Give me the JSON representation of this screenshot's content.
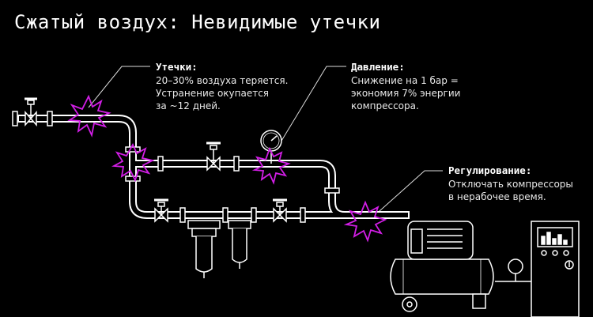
{
  "title": "Сжатый воздух: Невидимые утечки",
  "callouts": {
    "leaks": {
      "heading": "Утечки:",
      "lines": [
        "20–30% воздуха теряется.",
        "Устранение окупается",
        "за ~12 дней."
      ]
    },
    "pressure": {
      "heading": "Давление:",
      "lines": [
        "Снижение на 1 бар =",
        "экономия 7% энергии",
        "компрессора."
      ]
    },
    "regulation": {
      "heading": "Регулирование:",
      "lines": [
        "Отключать компрессоры",
        "в нерабочее время."
      ]
    }
  },
  "colors": {
    "background": "#000000",
    "line_art": "#ffffff",
    "leak_burst": "#d21ee6",
    "text": "#ffffff"
  },
  "icons": [
    "leak-burst-icon",
    "valve-icon",
    "pressure-gauge-icon",
    "filter-icon",
    "compressor-icon",
    "control-panel-icon"
  ]
}
